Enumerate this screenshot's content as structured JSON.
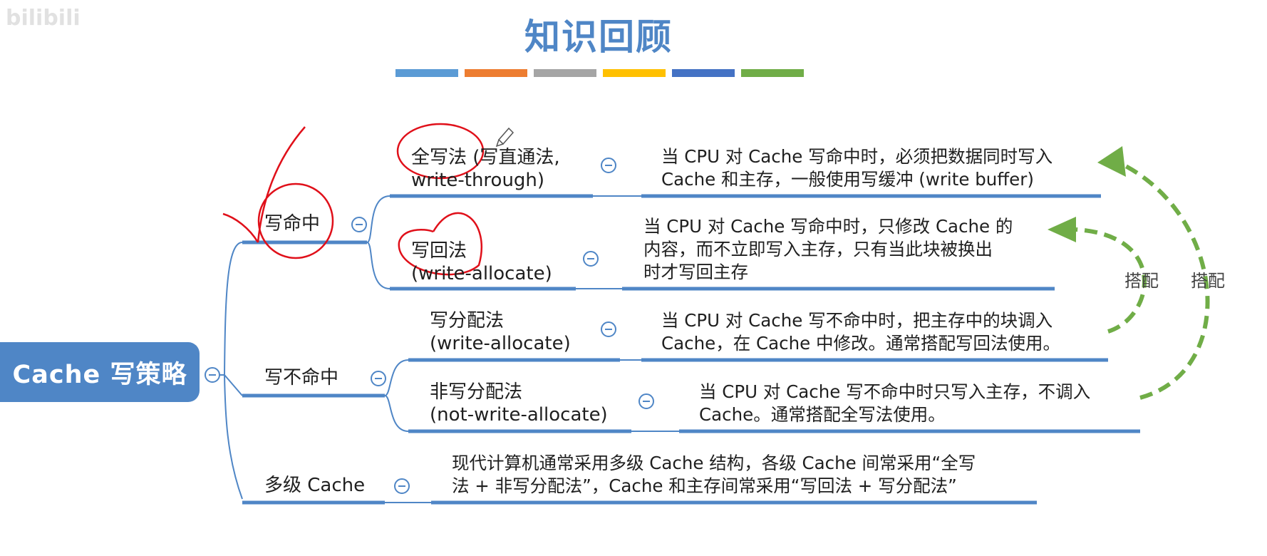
{
  "page": {
    "watermark": "bilibili",
    "title": "知识回顾",
    "title_color": "#4f86c6",
    "color_bars": [
      "#5b9bd5",
      "#ed7d31",
      "#a5a5a5",
      "#ffc000",
      "#4472c4",
      "#70ad47"
    ]
  },
  "mindmap": {
    "root": "Cache 写策略",
    "branches": {
      "hit": {
        "label": "写命中",
        "children": {
          "write_through": {
            "label_line1": "全写法 (写直通法,",
            "label_line2": "write-through)",
            "desc_line1": "当 CPU 对 Cache 写命中时，必须把数据同时写入",
            "desc_line2": "Cache 和主存，一般使用写缓冲 (write buffer)"
          },
          "write_back": {
            "label_line1": "写回法",
            "label_line2": "(write-allocate)",
            "desc_line1": "当 CPU 对 Cache 写命中时，只修改 Cache 的",
            "desc_line2": "内容，而不立即写入主存，只有当此块被换出",
            "desc_line3": "时才写回主存"
          }
        }
      },
      "miss": {
        "label": "写不命中",
        "children": {
          "write_allocate": {
            "label_line1": "写分配法",
            "label_line2": "(write-allocate)",
            "desc_line1": "当 CPU 对 Cache 写不命中时，把主存中的块调入",
            "desc_line2": "Cache，在 Cache 中修改。通常搭配写回法使用。"
          },
          "no_write_allocate": {
            "label_line1": "非写分配法",
            "label_line2": "(not-write-allocate)",
            "desc_line1": "当 CPU 对 Cache 写不命中时只写入主存，不调入",
            "desc_line2": "Cache。通常搭配全写法使用。"
          }
        }
      },
      "multilevel": {
        "label": "多级 Cache",
        "desc_line1": "现代计算机通常采用多级 Cache 结构，各级 Cache 间常采用“全写",
        "desc_line2": "法 + 非写分配法”，Cache 和主存间常采用“写回法 + 写分配法”"
      }
    },
    "pairing_label": "搭配",
    "pairing_arrow_color": "#70ad47",
    "line_color": "#4f86c6",
    "ink_color": "#e0101a"
  }
}
